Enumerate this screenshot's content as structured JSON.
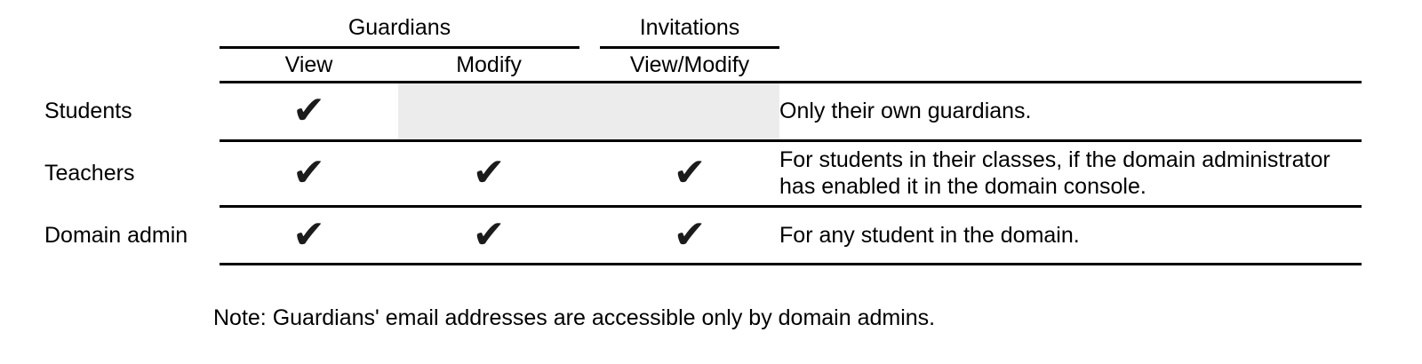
{
  "table": {
    "header": {
      "guardians": "Guardians",
      "invitations": "Invitations",
      "view": "View",
      "modify": "Modify",
      "view_modify": "View/Modify"
    },
    "check_glyph": "✔",
    "rows": [
      {
        "role": "Students",
        "view": true,
        "modify": false,
        "view_modify": false,
        "note_lines": [
          "Only their own guardians."
        ]
      },
      {
        "role": "Teachers",
        "view": true,
        "modify": true,
        "view_modify": true,
        "note_lines": [
          "For students in their classes, if the domain administrator",
          "has enabled it in the domain console."
        ]
      },
      {
        "role": "Domain admin",
        "view": true,
        "modify": true,
        "view_modify": true,
        "note_lines": [
          "For any student in the domain."
        ]
      }
    ]
  },
  "footnote": "Note: Guardians' email addresses are accessible only by domain admins.",
  "colors": {
    "grid_line": "#000000",
    "text": "#000000",
    "blocked_cell_bg": "#ececec",
    "check": "#1b1b1b",
    "background": "#ffffff"
  }
}
